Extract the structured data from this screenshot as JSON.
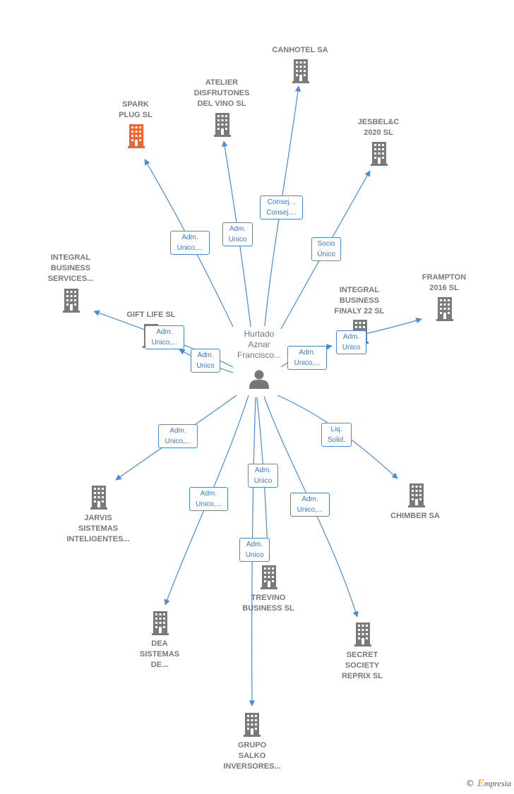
{
  "colors": {
    "edge": "#4a8ad8",
    "building": "#7a7a7a",
    "building_highlight": "#f26430",
    "person": "#777777"
  },
  "center": {
    "name": "Hurtado\nAznar\nFrancisco..."
  },
  "nodes": [
    {
      "id": "canhotel",
      "label": "CANHOTEL SA",
      "highlight": false
    },
    {
      "id": "atelier",
      "label": "ATELIER\nDISFRUTONES\nDEL VINO  SL",
      "highlight": false
    },
    {
      "id": "spark",
      "label": "SPARK\nPLUG  SL",
      "highlight": true
    },
    {
      "id": "jesbel",
      "label": "JESBEL&C\n2020  SL",
      "highlight": false
    },
    {
      "id": "integral-services",
      "label": "INTEGRAL\nBUSINESS\nSERVICES...",
      "highlight": false
    },
    {
      "id": "frampton",
      "label": "FRAMPTON\n2016  SL",
      "highlight": false
    },
    {
      "id": "integral-finaly",
      "label": "INTEGRAL\nBUSINESS\nFINALY 22  SL",
      "highlight": false
    },
    {
      "id": "giftlife",
      "label": "GIFT LIFE SL",
      "highlight": false
    },
    {
      "id": "jarvis",
      "label": "JARVIS\nSISTEMAS\nINTELIGENTES...",
      "highlight": false
    },
    {
      "id": "chimber",
      "label": "CHIMBER SA",
      "highlight": false
    },
    {
      "id": "trevino",
      "label": "TREVINO\nBUSINESS  SL",
      "highlight": false
    },
    {
      "id": "dea",
      "label": "DEA\nSISTEMAS\nDE...",
      "highlight": false
    },
    {
      "id": "secret",
      "label": "SECRET\nSOCIETY\nREPRIX  SL",
      "highlight": false
    },
    {
      "id": "grupo",
      "label": "GRUPO\nSALKO\nINVERSORES...",
      "highlight": false
    }
  ],
  "edges": [
    {
      "to": "canhotel",
      "label": "Consej. ,\nConsej...."
    },
    {
      "to": "atelier",
      "label": "Adm.\nUnico"
    },
    {
      "to": "spark",
      "label": "Adm.\nUnico,..."
    },
    {
      "to": "jesbel",
      "label": "Socio\nÚnico"
    },
    {
      "to": "frampton",
      "label": "Adm.\nUnico"
    },
    {
      "to": "integral-finaly",
      "label": "Adm.\nUnico,..."
    },
    {
      "to": "integral-services",
      "label": "Adm.\nUnico,..."
    },
    {
      "to": "giftlife",
      "label": "Adm.\nUnico"
    },
    {
      "to": "jarvis",
      "label": "Adm.\nUnico,..."
    },
    {
      "to": "chimber",
      "label": "Liq.\nSolid."
    },
    {
      "to": "trevino",
      "label": "Adm.\nUnico"
    },
    {
      "to": "dea",
      "label": "Adm.\nUnico,..."
    },
    {
      "to": "secret",
      "label": "Adm.\nUnico,..."
    },
    {
      "to": "grupo",
      "label": "Adm.\nUnico"
    }
  ],
  "footer": {
    "copyright": "©",
    "brand_initial": "E",
    "brand_rest": "mpresia"
  }
}
